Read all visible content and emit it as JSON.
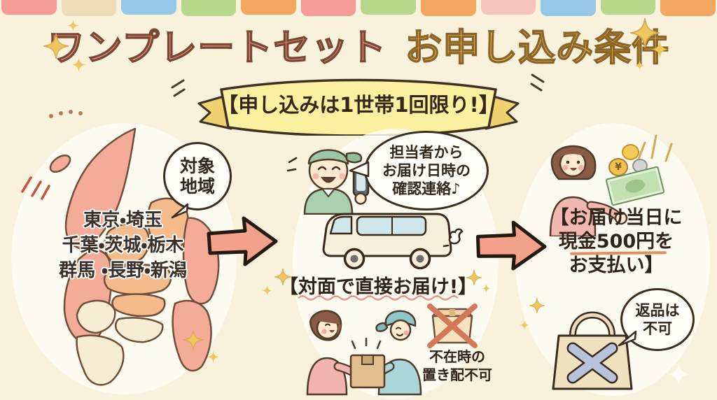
{
  "palette": {
    "background": "#f8f1dc",
    "title_pink": "#e79181",
    "title_gold": "#ecbd55",
    "banner_yellow": "#faf0a0",
    "arrow_salmon": "#f2a18b",
    "map_pink": "#f4ab97",
    "map_orange": "#f5bb8b",
    "map_cream": "#f7ecd4",
    "wavy_underline_pink": "#e79a90",
    "underline_orange": "#de9062",
    "bag_x_bluegray": "#b7c3da",
    "outline_brown": "#3c2d1e"
  },
  "top_border": {
    "colors": [
      "#f59c96",
      "#ecdcb8",
      "#96c8e8",
      "#b8d98c",
      "#f3a660",
      "#f59c96",
      "#b8d98c",
      "#f3a660",
      "#f6c4bc",
      "#96c8e8",
      "#b8d98c",
      "#f3a660"
    ]
  },
  "title": {
    "product": "ワンプレートセット",
    "suffix": "お申し込み条件"
  },
  "banner": {
    "text": "【申し込みは1世帯1回限り!】"
  },
  "map_section": {
    "bubble": [
      "対象",
      "地域"
    ],
    "regions": [
      "東京・埼玉",
      "千葉・茨城・栃木",
      "群馬 ・長野・新潟"
    ]
  },
  "delivery_section": {
    "bubble": [
      "担当者から",
      "お届け日時の",
      "確認連絡♪"
    ],
    "caption": "【対面で直接お届け!】",
    "note": [
      "不在時の",
      "置き配不可"
    ]
  },
  "payment_section": {
    "caption": [
      "【お届け当日に",
      "現金500円を",
      "お支払い】"
    ],
    "coin_symbol": "¥",
    "bubble": [
      "返品は",
      "不可"
    ]
  },
  "illustrations": [
    "kanto-map-illustration",
    "delivery-man-illustration",
    "delivery-van-icon",
    "package-handoff-illustration",
    "no-dropoff-crossed-box-icon",
    "customer-paying-illustration",
    "coins-icon",
    "banknote-icon",
    "bag-with-x-icon",
    "right-arrow-icon",
    "sparkle-icon"
  ]
}
